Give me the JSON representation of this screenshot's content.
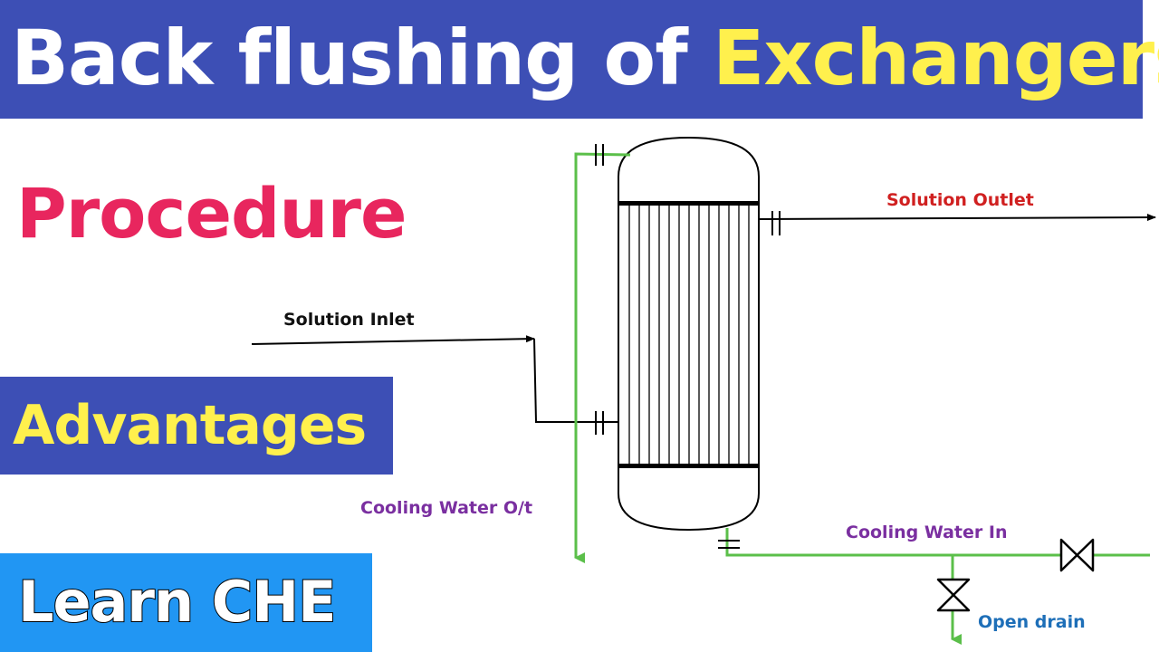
{
  "header": {
    "title_part1": "Back flushing of ",
    "title_part2": "Exchangers"
  },
  "sections": {
    "procedure": "Procedure",
    "advantages": "Advantages",
    "channel": "Learn CHE"
  },
  "diagram": {
    "labels": {
      "solution_outlet": "Solution Outlet",
      "solution_inlet": "Solution Inlet",
      "cooling_water_out": "Cooling Water O/t",
      "cooling_water_in": "Cooling Water In",
      "open_drain": "Open drain"
    }
  },
  "colors": {
    "banner_blue": "#3d4fb5",
    "accent_yellow": "#fff04d",
    "procedure_pink": "#e8265e",
    "channel_blue": "#2196f3",
    "water_line_green": "#5bbf4a",
    "outlet_red": "#d02020",
    "water_label_purple": "#7a2fa0",
    "drain_label_blue": "#1e6fb8"
  }
}
